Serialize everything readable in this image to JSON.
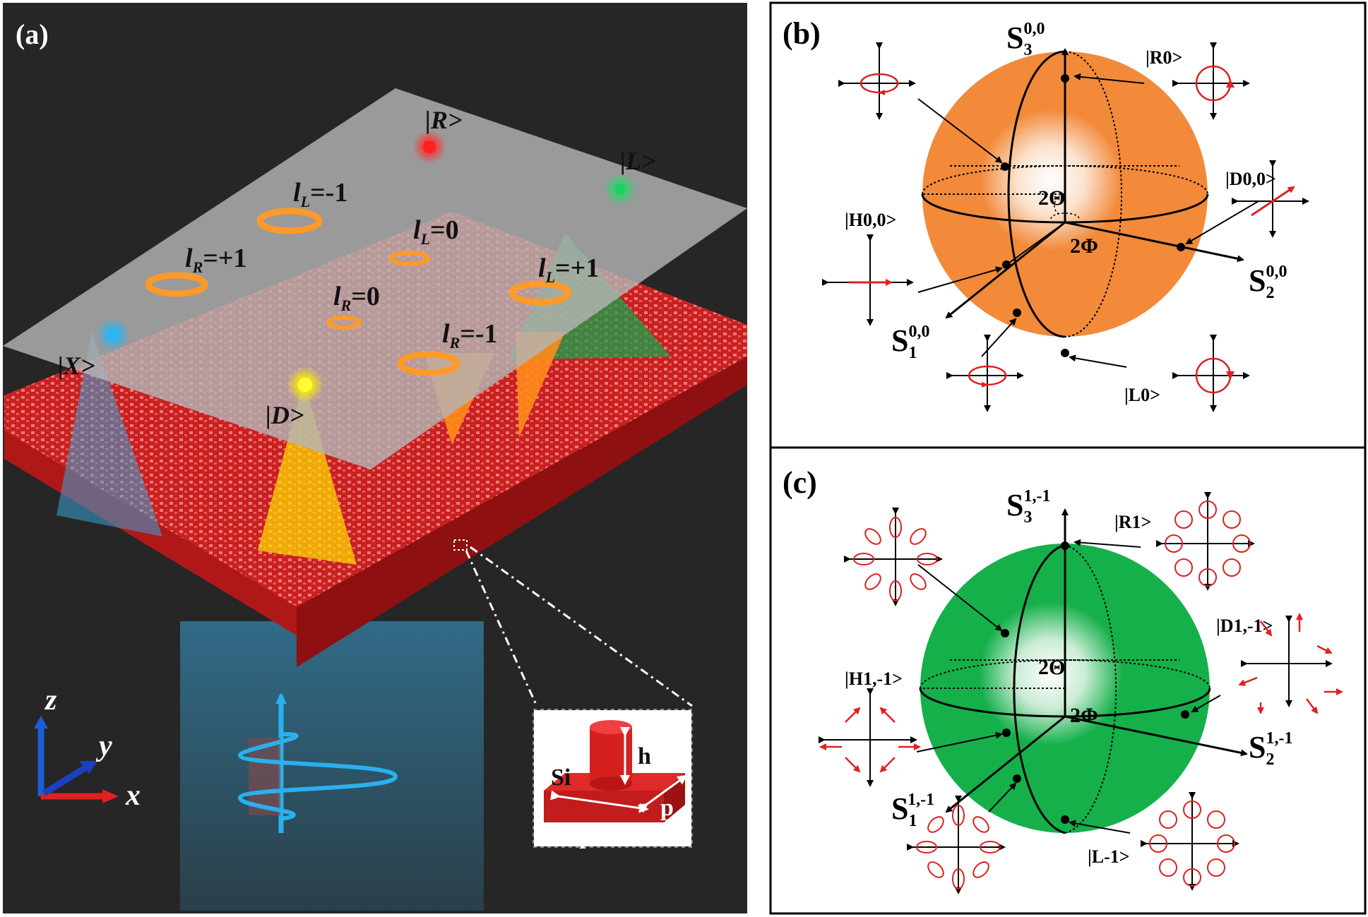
{
  "panel_a": {
    "label": "(a)",
    "states": {
      "X": "|X>",
      "D": "|D>",
      "R": "|R>",
      "L": "|L>"
    },
    "oam": {
      "lL_m1": {
        "sym": "l",
        "sub": "L",
        "val": "=-1"
      },
      "lL_0": {
        "sym": "l",
        "sub": "L",
        "val": "=0"
      },
      "lL_p1": {
        "sym": "l",
        "sub": "L",
        "val": "=+1"
      },
      "lR_p1": {
        "sym": "l",
        "sub": "R",
        "val": "=+1"
      },
      "lR_0": {
        "sym": "l",
        "sub": "R",
        "val": "=0"
      },
      "lR_m1": {
        "sym": "l",
        "sub": "R",
        "val": "=-1"
      }
    },
    "axes": {
      "x": "x",
      "y": "y",
      "z": "z"
    },
    "inset": {
      "material": "Si",
      "height": "h",
      "period1": "p",
      "period2": "p"
    },
    "colors": {
      "background": "#262626",
      "plate": "#d42a2a",
      "screen": "#9a9a9a",
      "beam": "#3aa3d6"
    }
  },
  "panel_b": {
    "label": "(b)",
    "sphere_color": "#f28a3a",
    "s1": {
      "base": "S",
      "sub": "1",
      "sup": "0,0"
    },
    "s2": {
      "base": "S",
      "sub": "2",
      "sup": "0,0"
    },
    "s3": {
      "base": "S",
      "sub": "3",
      "sup": "0,0"
    },
    "theta": "2Θ",
    "phi": "2Φ",
    "states": {
      "R": "|R0>",
      "L": "|L0>",
      "H": "|H0,0>",
      "D": "|D0,0>"
    }
  },
  "panel_c": {
    "label": "(c)",
    "sphere_color": "#15b04a",
    "s1": {
      "base": "S",
      "sub": "1",
      "sup": "1,-1"
    },
    "s2": {
      "base": "S",
      "sub": "2",
      "sup": "1,-1"
    },
    "s3": {
      "base": "S",
      "sub": "3",
      "sup": "1,-1"
    },
    "theta": "2Θ",
    "phi": "2Φ",
    "states": {
      "R": "|R1>",
      "L": "|L-1>",
      "H": "|H1,-1>",
      "D": "|D1,-1>"
    }
  }
}
